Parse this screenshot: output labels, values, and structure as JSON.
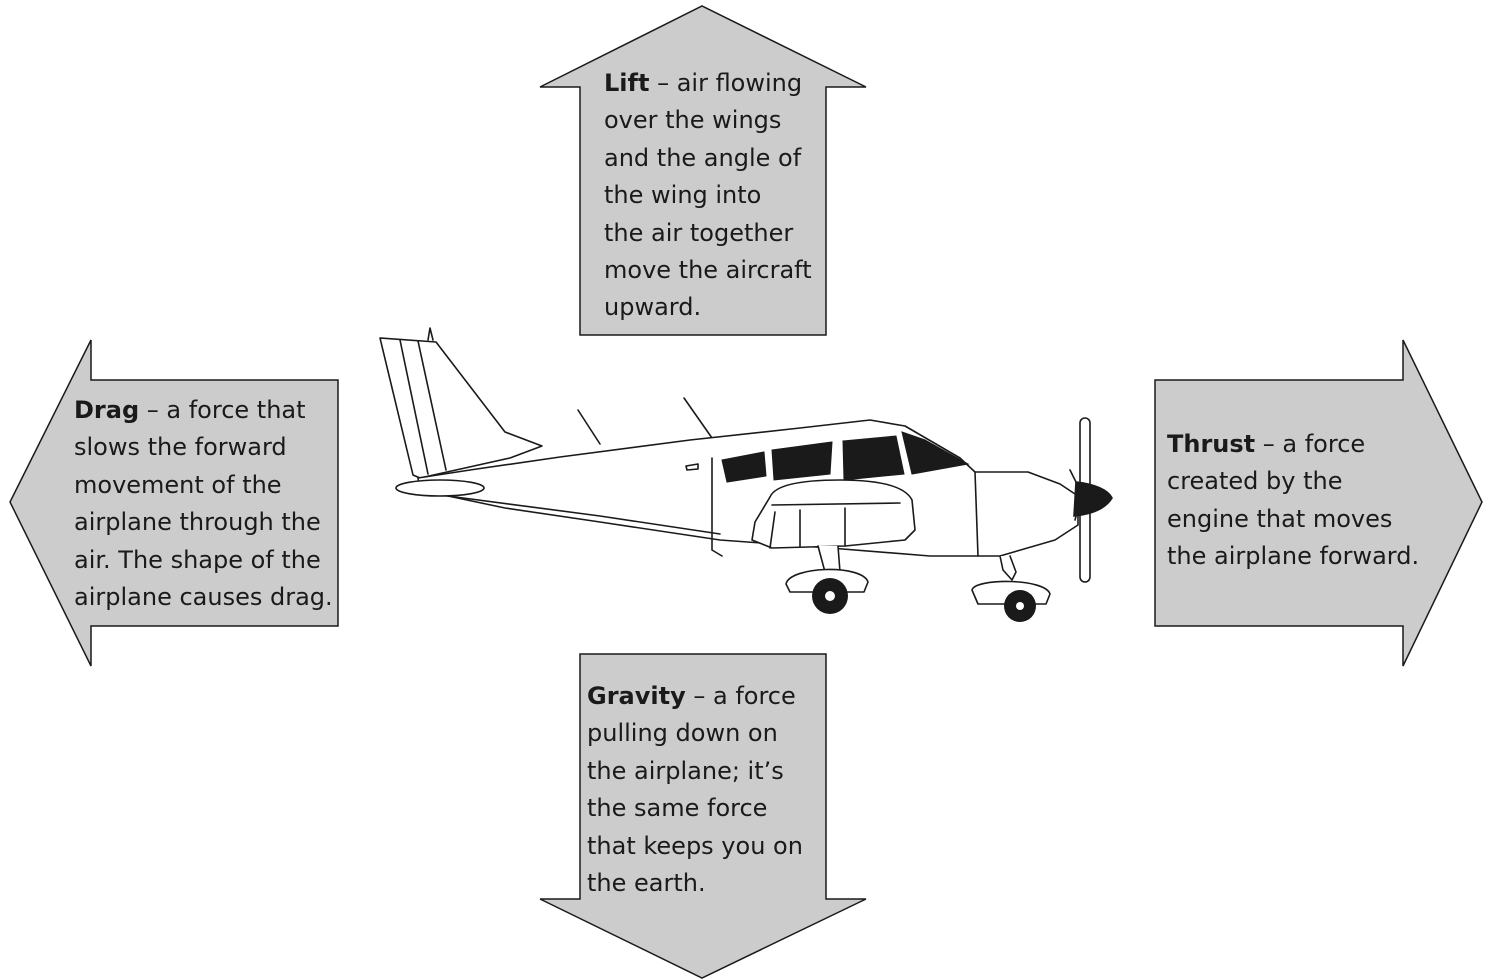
{
  "colors": {
    "arrow_fill": "#cccccc",
    "stroke": "#1a1a1a",
    "window": "#1a1a1a",
    "plane_body": "#ffffff"
  },
  "image": {
    "icon": "propeller-airplane-side-view"
  },
  "forces": {
    "lift": {
      "name": "Lift",
      "direction": "up",
      "lines": [
        " – air flowing",
        "over the wings",
        "and the angle of",
        "the wing into",
        "the air together",
        "move the aircraft",
        "upward."
      ]
    },
    "drag": {
      "name": "Drag",
      "direction": "left",
      "lines": [
        " – a force that",
        "slows the forward",
        "movement of the",
        "airplane through the",
        "air. The shape of the",
        "airplane causes drag."
      ]
    },
    "thrust": {
      "name": "Thrust",
      "direction": "right",
      "lines": [
        " – a force",
        "created by the",
        "engine that moves",
        "the airplane forward."
      ]
    },
    "gravity": {
      "name": "Gravity",
      "direction": "down",
      "lines": [
        " – a force",
        "pulling down on",
        "the airplane;  it’s",
        "the same force",
        "that keeps you on",
        "the earth."
      ]
    }
  }
}
